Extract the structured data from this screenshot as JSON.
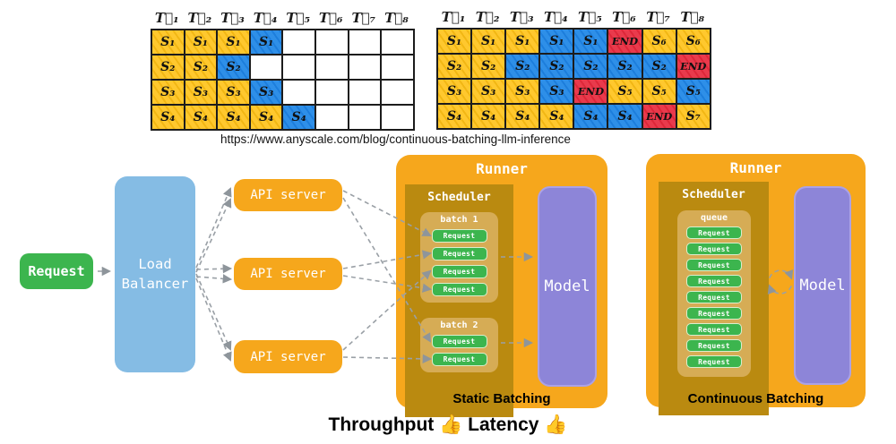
{
  "source_caption": "https://www.anyscale.com/blog/continuous-batching-llm-inference",
  "grids": [
    {
      "name": "static batching timeline",
      "headers": [
        "T⃗₁",
        "T⃗₂",
        "T⃗₃",
        "T⃗₄",
        "T⃗₅",
        "T⃗₆",
        "T⃗₇",
        "T⃗₈"
      ],
      "rows": [
        [
          {
            "t": "S₁",
            "c": "y"
          },
          {
            "t": "S₁",
            "c": "y"
          },
          {
            "t": "S₁",
            "c": "y"
          },
          {
            "t": "S₁",
            "c": "b"
          },
          {
            "c": "e"
          },
          {
            "c": "e"
          },
          {
            "c": "e"
          },
          {
            "c": "e"
          }
        ],
        [
          {
            "t": "S₂",
            "c": "y"
          },
          {
            "t": "S₂",
            "c": "y"
          },
          {
            "t": "S₂",
            "c": "b"
          },
          {
            "c": "e"
          },
          {
            "c": "e"
          },
          {
            "c": "e"
          },
          {
            "c": "e"
          },
          {
            "c": "e"
          }
        ],
        [
          {
            "t": "S₃",
            "c": "y"
          },
          {
            "t": "S₃",
            "c": "y"
          },
          {
            "t": "S₃",
            "c": "y"
          },
          {
            "t": "S₃",
            "c": "b"
          },
          {
            "c": "e"
          },
          {
            "c": "e"
          },
          {
            "c": "e"
          },
          {
            "c": "e"
          }
        ],
        [
          {
            "t": "S₄",
            "c": "y"
          },
          {
            "t": "S₄",
            "c": "y"
          },
          {
            "t": "S₄",
            "c": "y"
          },
          {
            "t": "S₄",
            "c": "y"
          },
          {
            "t": "S₄",
            "c": "b"
          },
          {
            "c": "e"
          },
          {
            "c": "e"
          },
          {
            "c": "e"
          }
        ]
      ]
    },
    {
      "name": "continuous batching timeline",
      "headers": [
        "T⃗₁",
        "T⃗₂",
        "T⃗₃",
        "T⃗₄",
        "T⃗₅",
        "T⃗₆",
        "T⃗₇",
        "T⃗₈"
      ],
      "rows": [
        [
          {
            "t": "S₁",
            "c": "y"
          },
          {
            "t": "S₁",
            "c": "y"
          },
          {
            "t": "S₁",
            "c": "y"
          },
          {
            "t": "S₁",
            "c": "b"
          },
          {
            "t": "S₁",
            "c": "b"
          },
          {
            "t": "END",
            "c": "r"
          },
          {
            "t": "S₆",
            "c": "y"
          },
          {
            "t": "S₆",
            "c": "y"
          }
        ],
        [
          {
            "t": "S₂",
            "c": "y"
          },
          {
            "t": "S₂",
            "c": "y"
          },
          {
            "t": "S₂",
            "c": "b"
          },
          {
            "t": "S₂",
            "c": "b"
          },
          {
            "t": "S₂",
            "c": "b"
          },
          {
            "t": "S₂",
            "c": "b"
          },
          {
            "t": "S₂",
            "c": "b"
          },
          {
            "t": "END",
            "c": "r"
          }
        ],
        [
          {
            "t": "S₃",
            "c": "y"
          },
          {
            "t": "S₃",
            "c": "y"
          },
          {
            "t": "S₃",
            "c": "y"
          },
          {
            "t": "S₃",
            "c": "b"
          },
          {
            "t": "END",
            "c": "r"
          },
          {
            "t": "S₅",
            "c": "y"
          },
          {
            "t": "S₅",
            "c": "y"
          },
          {
            "t": "S₅",
            "c": "b"
          }
        ],
        [
          {
            "t": "S₄",
            "c": "y"
          },
          {
            "t": "S₄",
            "c": "y"
          },
          {
            "t": "S₄",
            "c": "y"
          },
          {
            "t": "S₄",
            "c": "y"
          },
          {
            "t": "S₄",
            "c": "b"
          },
          {
            "t": "S₄",
            "c": "b"
          },
          {
            "t": "END",
            "c": "r"
          },
          {
            "t": "S₇",
            "c": "y"
          }
        ]
      ]
    }
  ],
  "flow": {
    "request_label": "Request",
    "load_balancer_label": "Load Balancer",
    "api_servers": [
      "API server",
      "API server",
      "API server"
    ],
    "runners": [
      {
        "title": "Runner",
        "scheduler_title": "Scheduler",
        "model_label": "Model",
        "caption": "Static Batching",
        "groups": [
          {
            "label": "batch 1",
            "requests": [
              "Request",
              "Request",
              "Request",
              "Request"
            ]
          },
          {
            "label": "batch 2",
            "requests": [
              "Request",
              "Request"
            ]
          }
        ]
      },
      {
        "title": "Runner",
        "scheduler_title": "Scheduler",
        "model_label": "Model",
        "caption": "Continuous Batching",
        "groups": [
          {
            "label": "queue",
            "requests": [
              "Request",
              "Request",
              "Request",
              "Request",
              "Request",
              "Request",
              "Request",
              "Request",
              "Request"
            ]
          }
        ]
      }
    ]
  },
  "footer_caption": "Throughput 👍 Latency 👍",
  "colors": {
    "cell_yellow": "#FFC82E",
    "cell_blue": "#2E8FE8",
    "cell_red": "#E93A4C",
    "runner_orange": "#F6A71C",
    "scheduler_gold": "#BA8A10",
    "group_tan": "#D6AC55",
    "request_green": "#3CB54E",
    "load_balancer_blue": "#85BCE4",
    "model_purple": "#8D85D8",
    "connector_gray": "#9AA0A6"
  }
}
